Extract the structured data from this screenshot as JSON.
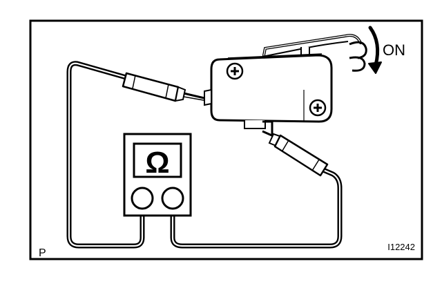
{
  "labels": {
    "switch_state": "ON",
    "meter_symbol": "Ω",
    "corner_letter": "P",
    "figure_code": "I12242"
  }
}
